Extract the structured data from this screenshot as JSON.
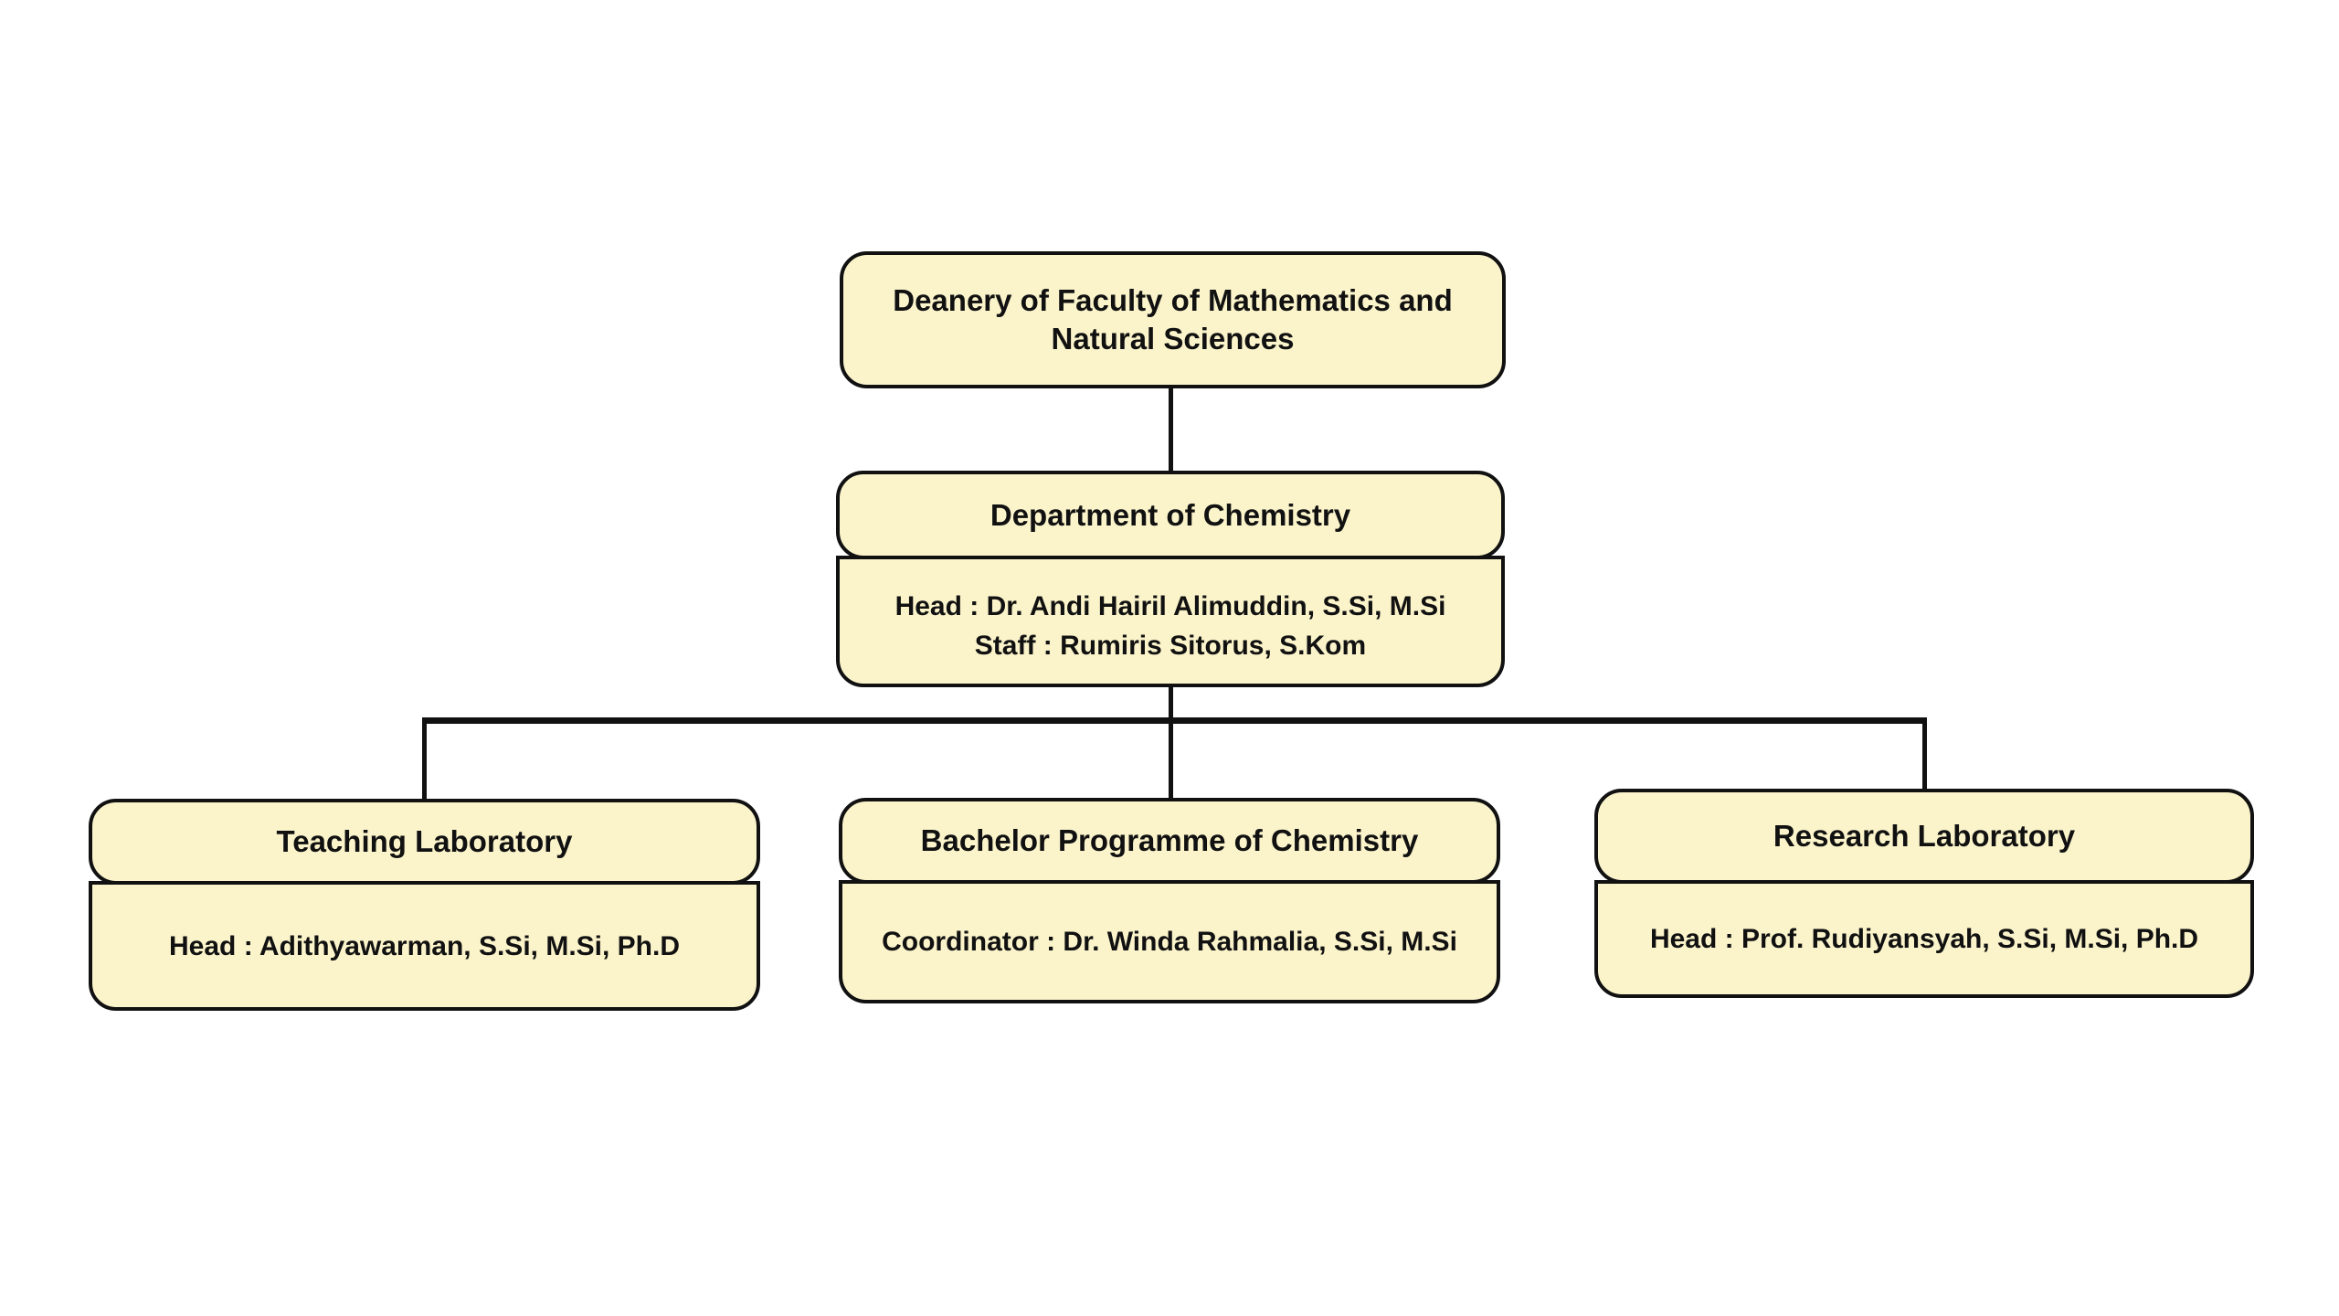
{
  "colors": {
    "background": "#ffffff",
    "node_fill": "#fbf4cb",
    "node_border": "#111111",
    "connector": "#111111",
    "text": "#111111"
  },
  "nodes": {
    "deanery": {
      "title_lines": [
        "Deanery of Faculty of Mathematics and",
        "Natural Sciences"
      ]
    },
    "department": {
      "title": "Department of Chemistry",
      "body_lines": [
        "Head : Dr. Andi Hairil Alimuddin, S.Si, M.Si",
        "Staff : Rumiris Sitorus, S.Kom"
      ]
    },
    "teaching_lab": {
      "title": "Teaching Laboratory",
      "body_lines": [
        "Head : Adithyawarman, S.Si, M.Si, Ph.D"
      ]
    },
    "bachelor_programme": {
      "title": "Bachelor Programme of Chemistry",
      "body_lines": [
        "Coordinator : Dr. Winda Rahmalia, S.Si, M.Si"
      ]
    },
    "research_lab": {
      "title": "Research Laboratory",
      "body_lines": [
        "Head : Prof. Rudiyansyah, S.Si, M.Si, Ph.D"
      ]
    }
  }
}
